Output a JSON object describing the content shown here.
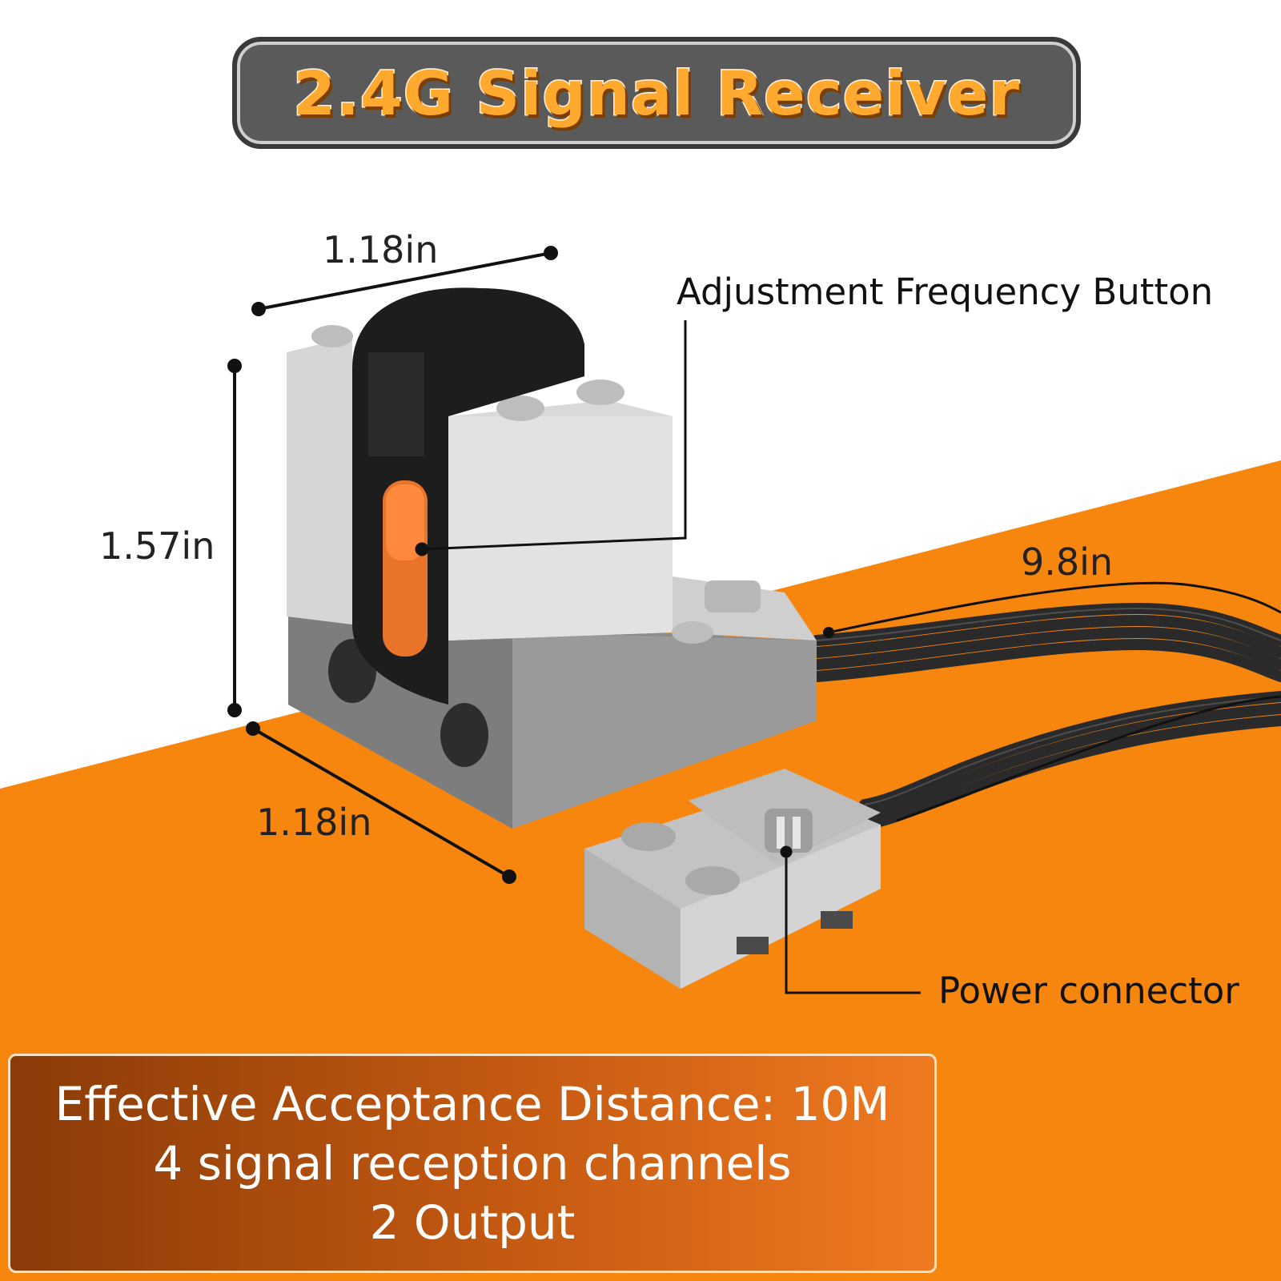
{
  "title": "2.4G Signal Receiver",
  "dimensions": {
    "top_width": "1.18in",
    "height": "1.57in",
    "bottom_width": "1.18in",
    "cable_length": "9.8in"
  },
  "callouts": {
    "button": "Adjustment Frequency Button",
    "connector": "Power connector"
  },
  "specs": [
    "Effective Acceptance Distance:  10M",
    "4 signal reception channels",
    "2 Output"
  ],
  "colors": {
    "accent_orange": "#f7860f",
    "title_text": "#ffa92e",
    "title_box": "#5a5a5a",
    "brick_light": "#d9d9d9",
    "brick_dark": "#8c8c8c",
    "cable": "#2b2b2b"
  }
}
